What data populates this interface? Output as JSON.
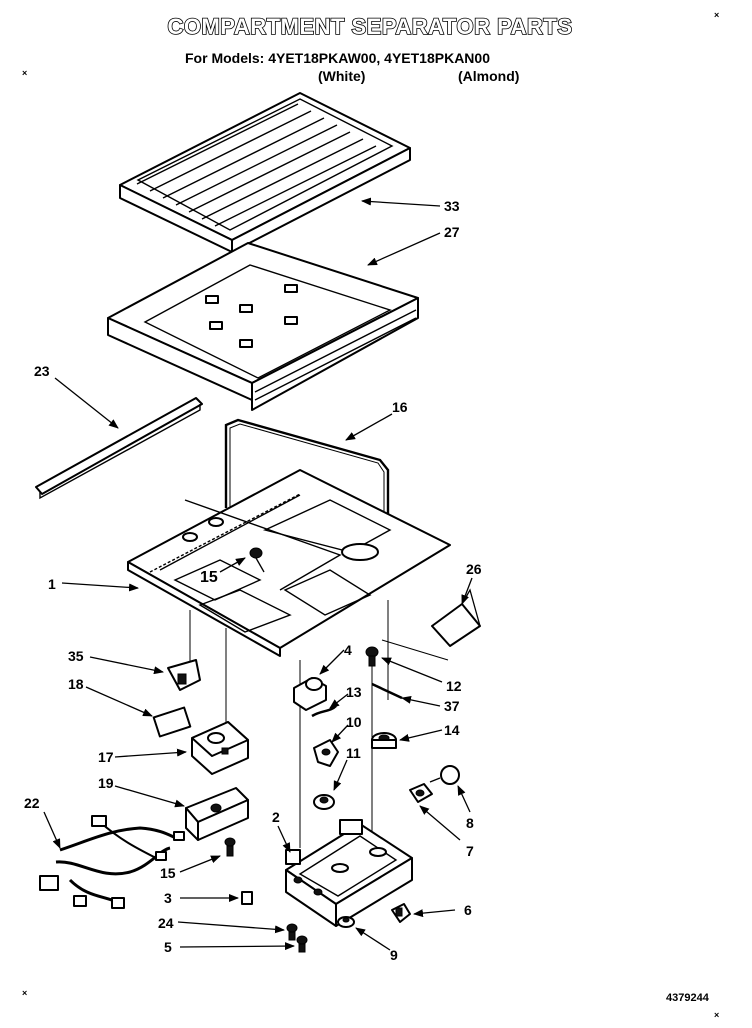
{
  "header": {
    "title": "COMPARTMENT SEPARATOR PARTS",
    "models_line": "For Models: 4YET18PKAW00,  4YET18PKAN00",
    "variant_white": "(White)",
    "variant_almond": "(Almond)"
  },
  "footer": {
    "doc_number": "4379244"
  },
  "callouts": {
    "c33": "33",
    "c27": "27",
    "c23": "23",
    "c16": "16",
    "c1": "1",
    "c15a": "15",
    "c26": "26",
    "c35": "35",
    "c4": "4",
    "c12": "12",
    "c18": "18",
    "c13": "13",
    "c37": "37",
    "c10": "10",
    "c14": "14",
    "c17": "17",
    "c11": "11",
    "c19": "19",
    "c22": "22",
    "c8": "8",
    "c2": "2",
    "c7": "7",
    "c15b": "15",
    "c3": "3",
    "c6": "6",
    "c24": "24",
    "c5": "5",
    "c9": "9"
  },
  "icons": {
    "arrowhead": "filled-triangle",
    "corner_mark": "×"
  }
}
